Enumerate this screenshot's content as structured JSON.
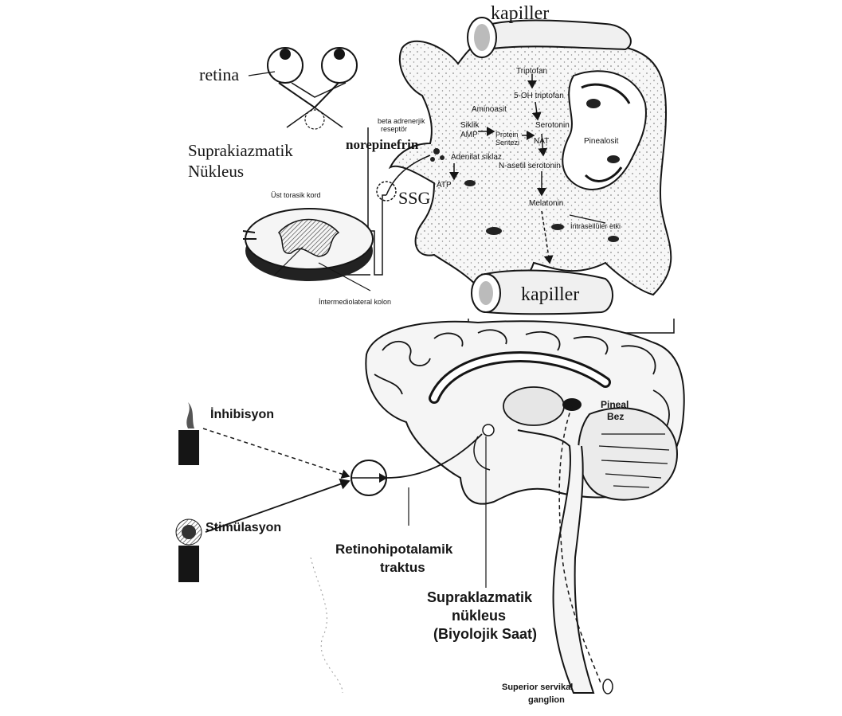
{
  "top_labels": {
    "kapiller_top": "kapiller",
    "retina": "retina",
    "suprakiazmatik_line1": "Suprakiazmatik",
    "suprakiazmatik_line2": "Nükleus",
    "norepinefrin": "norepinefrin",
    "ssg": "SSG",
    "ust_torasik_kord": "Üst torasik kord",
    "intermediolateral_kolon": "İntermediolateral kolon",
    "kapiller_bottom": "kapiller",
    "beta_reseptor_line1": "beta adrenerjik",
    "beta_reseptor_line2": "reseptör"
  },
  "cell_labels": {
    "triptofan": "Triptofan",
    "oh_triptofan": "5-OH triptofan",
    "aminoasit": "Aminoasit",
    "serotonin": "Serotonin",
    "siklik_amp_line1": "Siklik",
    "siklik_amp_line2": "AMP",
    "protein_sentezi_line1": "Protein",
    "protein_sentezi_line2": "Sentezi",
    "nat": "NAT",
    "pinealosit": "Pinealosit",
    "adenilat_siklaz": "Adenilat siklaz",
    "n_asetil_serotonin": "N-asetil serotonin",
    "atp": "ATP",
    "melatonin": "Melatonin",
    "intraselular_etki": "İntrasellüler etki"
  },
  "bottom_labels": {
    "inhibisyon": "İnhibisyon",
    "stimulasyon": "Stimülasyon",
    "pineal_line1": "Pineal",
    "pineal_line2": "Bez",
    "retinohipotalamik_line1": "Retinohipotalamik",
    "retinohipotalamik_line2": "traktus",
    "supraklazmatik_line1": "Supraklazmatik",
    "supraklazmatik_line2": "nükleus",
    "supraklazmatik_line3": "(Biyolojik Saat)",
    "superior_line1": "Superior servikal",
    "superior_line2": "ganglion"
  },
  "colors": {
    "ink": "#151515",
    "paper": "#ffffff",
    "cell_fill": "#f4f4f4",
    "shade": "#3a3a3a"
  }
}
